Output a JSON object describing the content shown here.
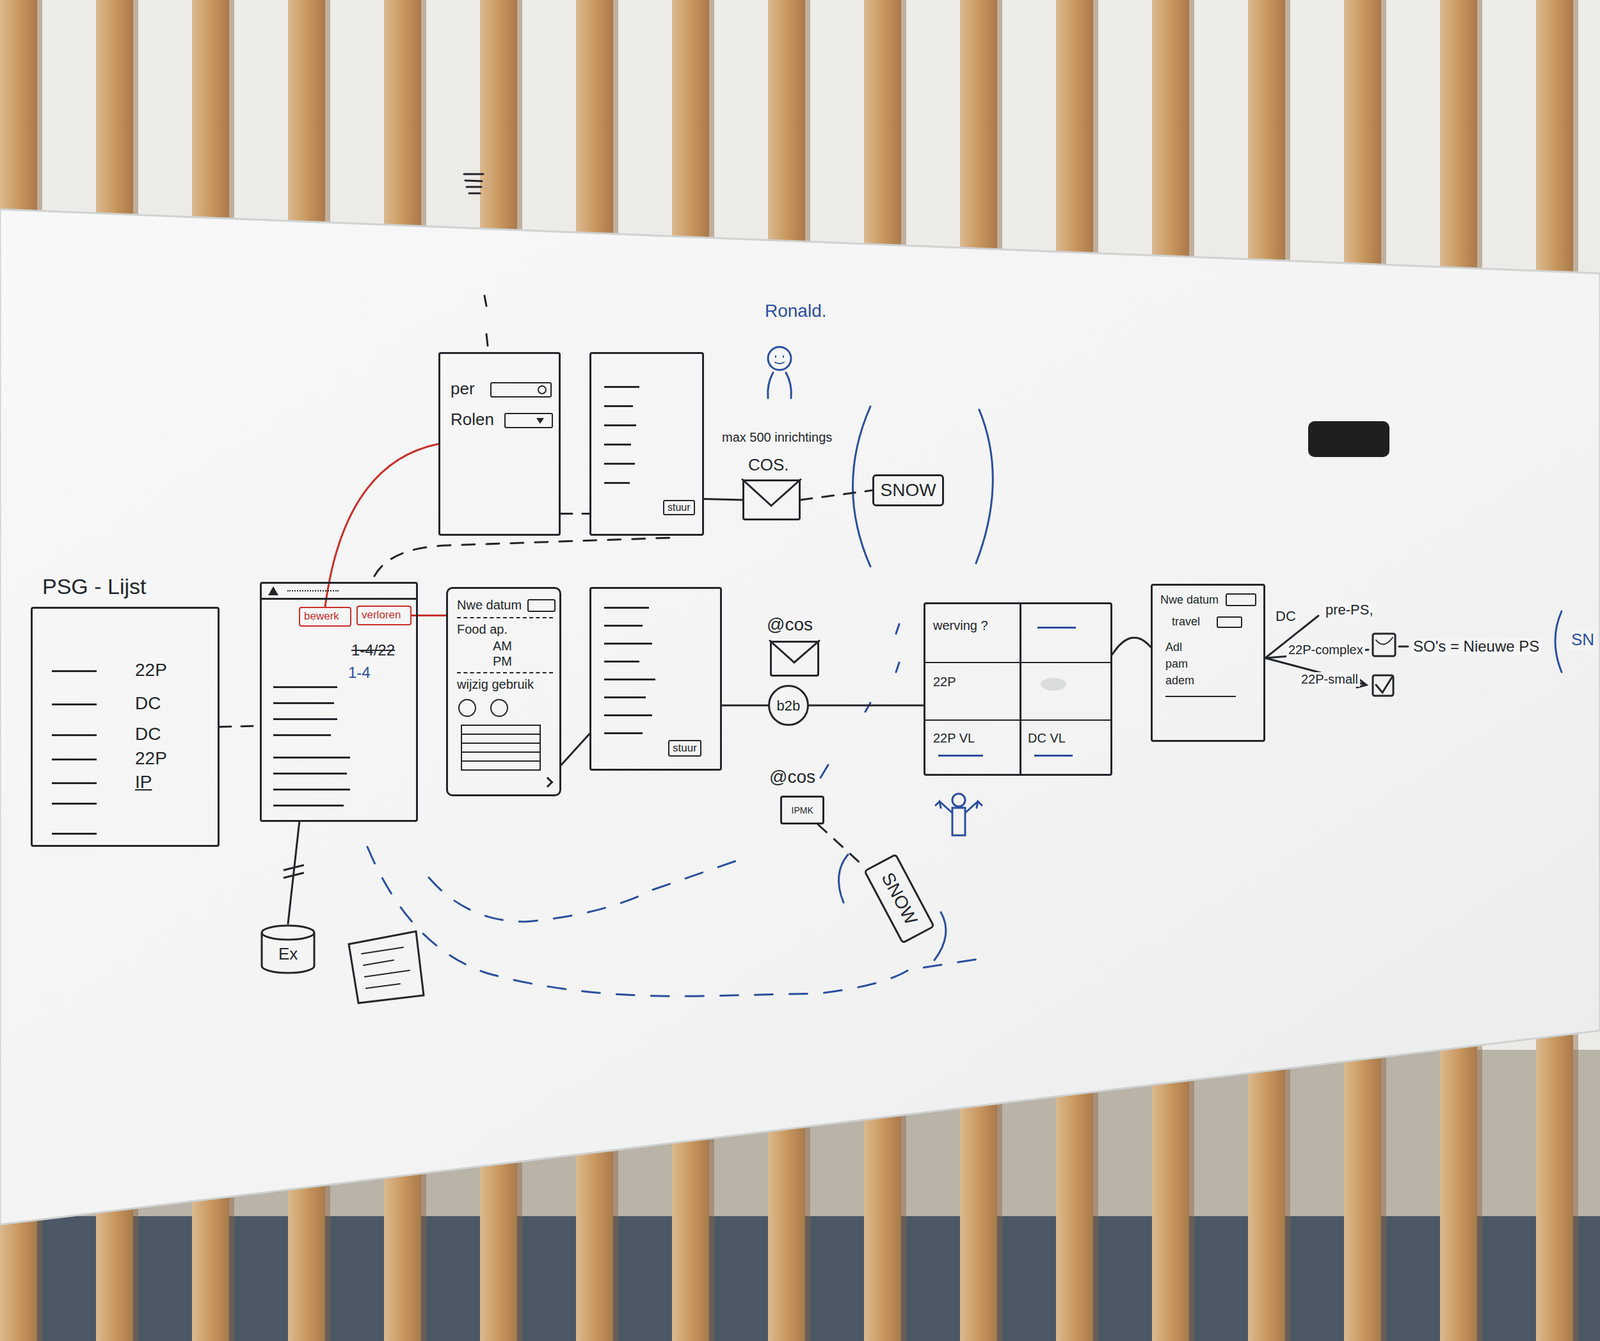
{
  "diagram": {
    "nodes": [
      {
        "text": [
          "PSG - Lijst",
          "22P",
          "DC",
          "DC",
          "22P",
          "IP"
        ]
      },
      {
        "text": [
          "1-4/22",
          "1-4"
        ]
      },
      {
        "text": [
          "bewerk"
        ],
        "in": 1
      },
      {
        "text": [
          "verloren"
        ],
        "in": 1
      },
      {
        "text": [
          "per",
          "Rolen"
        ]
      },
      {
        "text": [
          "stuur"
        ]
      },
      {
        "text": [
          "COS."
        ]
      },
      {
        "text": [
          "SNOW"
        ]
      },
      {
        "text": [
          "Nwe datum",
          "Food ap.",
          "AM",
          "PM",
          "wijzig gebruik"
        ]
      },
      {
        "text": [
          "stuur"
        ]
      },
      {
        "text": [
          "@cos"
        ]
      },
      {
        "text": [
          "b2b"
        ]
      },
      {
        "text": [
          "@cos",
          "IPMK"
        ]
      },
      {
        "text": [
          "SNOW"
        ]
      },
      {
        "text": [
          "werving ?",
          "22P",
          "22P VL",
          "DC VL"
        ]
      },
      {
        "text": [
          "Nwe datum",
          "travel",
          "Adl",
          "pam",
          "adem"
        ]
      },
      {
        "text": [
          "Ex"
        ]
      }
    ],
    "edges": [
      {
        "from": 0,
        "to": 1,
        "arrow": "none"
      },
      {
        "from": 2,
        "to": 4,
        "arrow": "none"
      },
      {
        "from": 3,
        "to": 8,
        "arrow": "none"
      },
      {
        "from": 4,
        "to": 5,
        "arrow": "none"
      },
      {
        "from": 5,
        "to": 6,
        "arrow": "none"
      },
      {
        "from": 6,
        "to": 7,
        "arrow": "none"
      },
      {
        "from": 8,
        "to": 9,
        "arrow": "none"
      },
      {
        "from": 9,
        "to": 11,
        "arrow": "none"
      },
      {
        "from": 11,
        "to": 14,
        "arrow": "none"
      },
      {
        "from": 14,
        "to": 15,
        "arrow": "none"
      },
      {
        "from": 12,
        "to": 13,
        "arrow": "none"
      },
      {
        "from": 1,
        "to": 16,
        "arrow": "none"
      }
    ],
    "labels": [
      "Ronald.",
      "max 500 inrichtings",
      "DC",
      "pre-PS,",
      "22P-complex",
      "22P-small",
      "SO's = Nieuwe PS",
      "SN"
    ]
  }
}
